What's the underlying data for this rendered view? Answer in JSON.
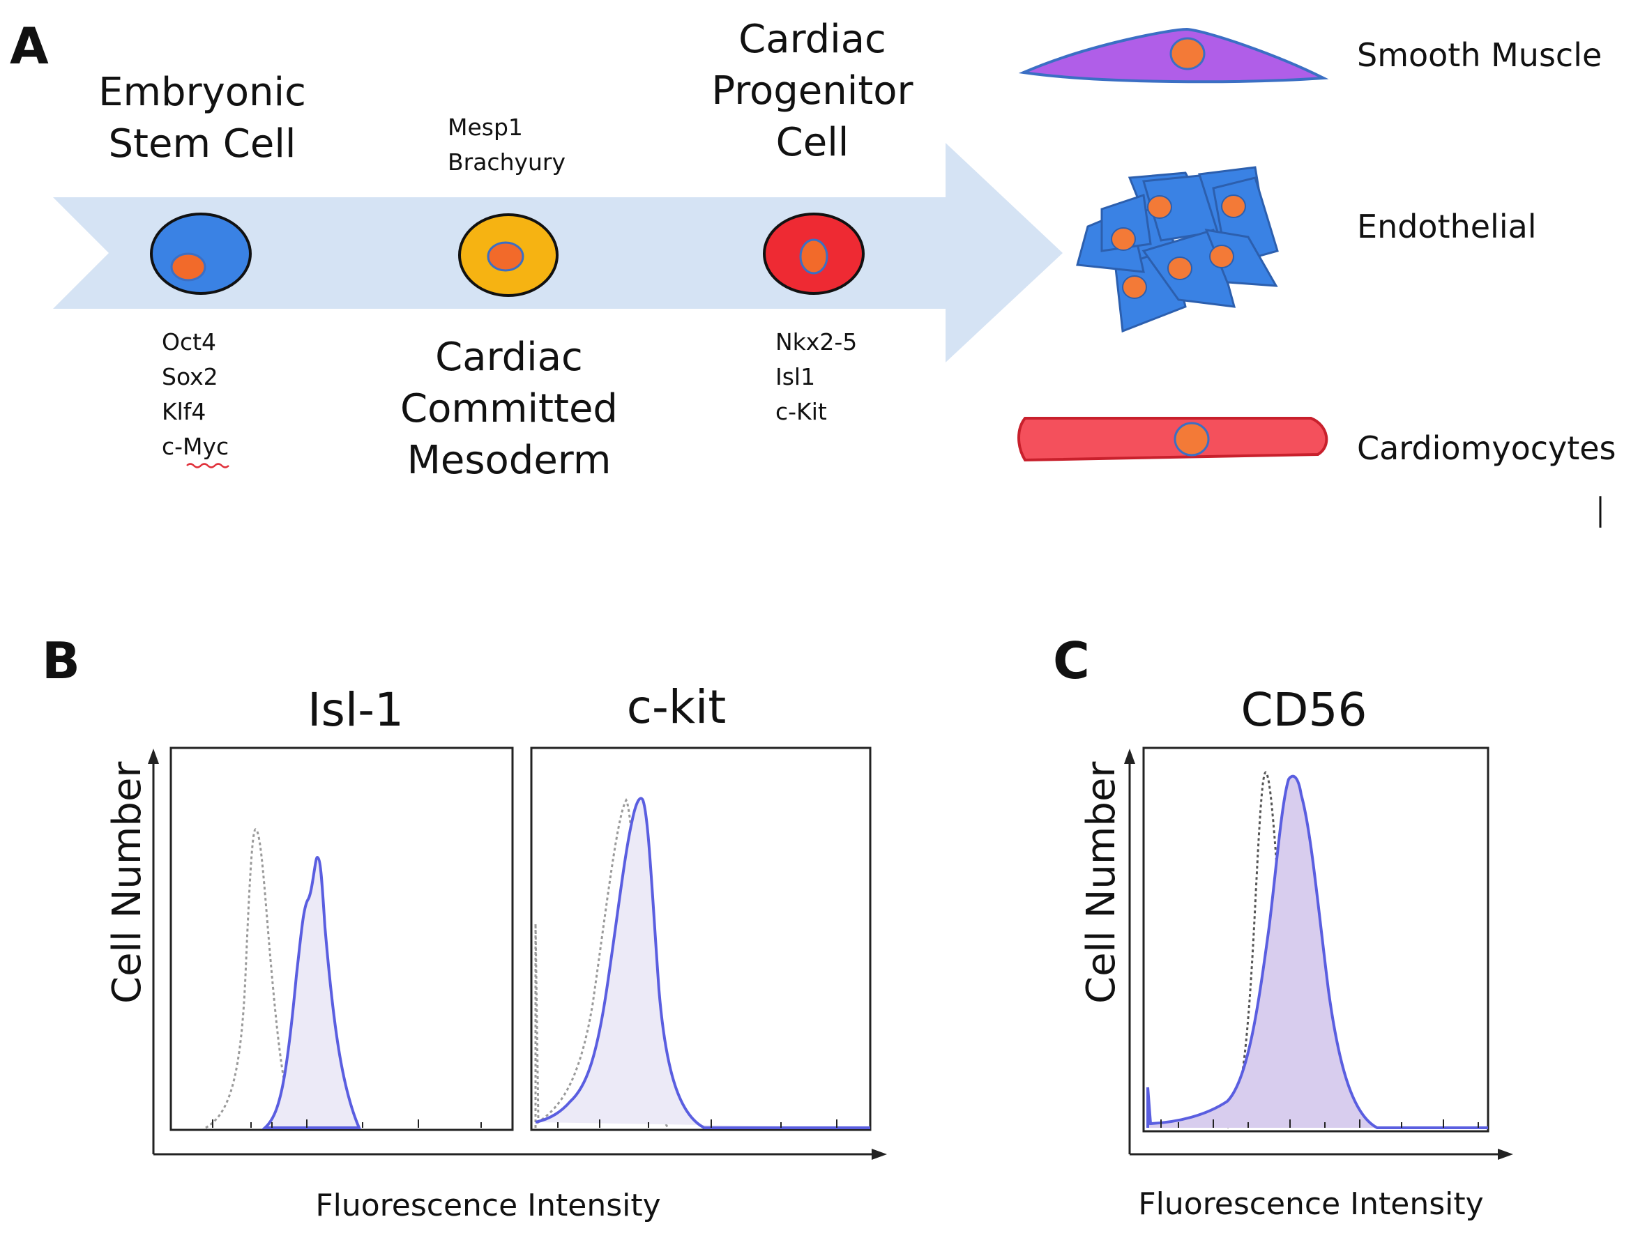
{
  "panel_a": {
    "letter": "A",
    "stages": [
      {
        "title": [
          "Embryonic",
          "Stem Cell"
        ],
        "markers": [
          "Oct4",
          "Sox2",
          "Klf4",
          "c-Myc"
        ],
        "cell_color": "#3a82e4",
        "nucleus_color": "#f26a2a"
      },
      {
        "title": [
          "Cardiac",
          "Committed",
          "Mesoderm"
        ],
        "markers": [
          "Mesp1",
          "Brachyury"
        ],
        "cell_color": "#f6b312",
        "nucleus_color": "#f26a2a"
      },
      {
        "title": [
          "Cardiac",
          "Progenitor",
          "Cell"
        ],
        "markers": [
          "Nkx2-5",
          "Isl1",
          "c-Kit"
        ],
        "cell_color": "#ee2a33",
        "nucleus_color": "#f26a2a"
      }
    ],
    "fates": [
      "Smooth Muscle",
      "Endothelial",
      "Cardiomyocytes"
    ],
    "colors": {
      "arrow": "#d5e3f4",
      "smooth_muscle": "#b05ee8",
      "endothelial": "#3a82e4",
      "cardiomyocyte": "#f4505c",
      "nucleus": "#f37a37",
      "outline": "#3b6fc4"
    }
  },
  "panel_b": {
    "letter": "B",
    "histograms": [
      {
        "title": "Isl-1"
      },
      {
        "title": "c-kit"
      }
    ],
    "y_axis_label": "Cell Number",
    "x_axis_label": "Fluorescence Intensity"
  },
  "panel_c": {
    "letter": "C",
    "histograms": [
      {
        "title": "CD56"
      }
    ],
    "y_axis_label": "Cell Number",
    "x_axis_label": "Fluorescence Intensity"
  },
  "colors": {
    "sample_line": "#5a5ee0",
    "sample_fill_b": "#eceaf7",
    "sample_fill_c": "#d8cdee",
    "control_line": "#9a9a9a"
  }
}
